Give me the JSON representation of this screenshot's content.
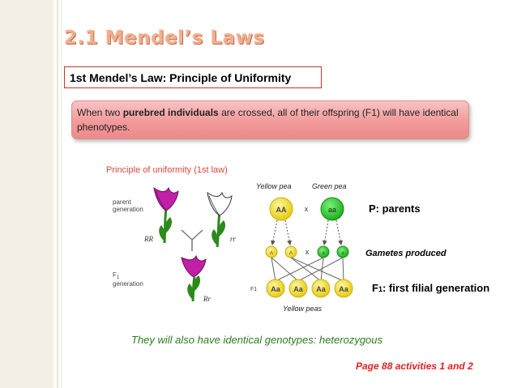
{
  "slide": {
    "title": "2.1 Mendel’s Laws",
    "law_title": "1st Mendel’s Law: Principle of Uniformity",
    "callout": {
      "prefix": "When two ",
      "bold": "purebred individuals",
      "suffix": " are crossed, all of their offspring (F1) will have identical phenotypes."
    },
    "footer_note": "They will also have identical genotypes: heterozygous",
    "page_reference": "Page 88 activities 1 and 2"
  },
  "figure_left": {
    "title": "Principle of uniformity (1st law)",
    "parent_label_line1": "parent",
    "parent_label_line2": "generation",
    "genotype_rr_upper": "RR",
    "genotype_rr_lower": "rr",
    "f1_label_line1": "F",
    "f1_label_sub": "1",
    "f1_label_line2": "generation",
    "genotype_f1": "Rr"
  },
  "figure_right": {
    "yellow_pea_label": "Yellow pea",
    "green_pea_label": "Green pea",
    "parent_yellow": "AA",
    "parent_green": "aa",
    "cross_symbol": "x",
    "gametes": [
      "A",
      "A",
      "a",
      "a"
    ],
    "offspring_row_label": "F1",
    "offspring": [
      "Aa",
      "Aa",
      "Aa",
      "Aa"
    ],
    "offspring_caption": "Yellow peas",
    "parents_label": "P: parents",
    "gametes_label": "Gametes produced",
    "f1_label_prefix": "F",
    "f1_label_sub": "1",
    "f1_label_suffix": ": first filial generation"
  },
  "colors": {
    "title": "#f3ae8e",
    "law_border": "#c0392b",
    "callout_fill": "#f29a9a",
    "yellow_pea": "#f2dd22",
    "green_pea": "#2ec52e",
    "magenta_flower": "#c01fa8",
    "note_green": "#2e7d1f",
    "note_red": "#e02020"
  }
}
